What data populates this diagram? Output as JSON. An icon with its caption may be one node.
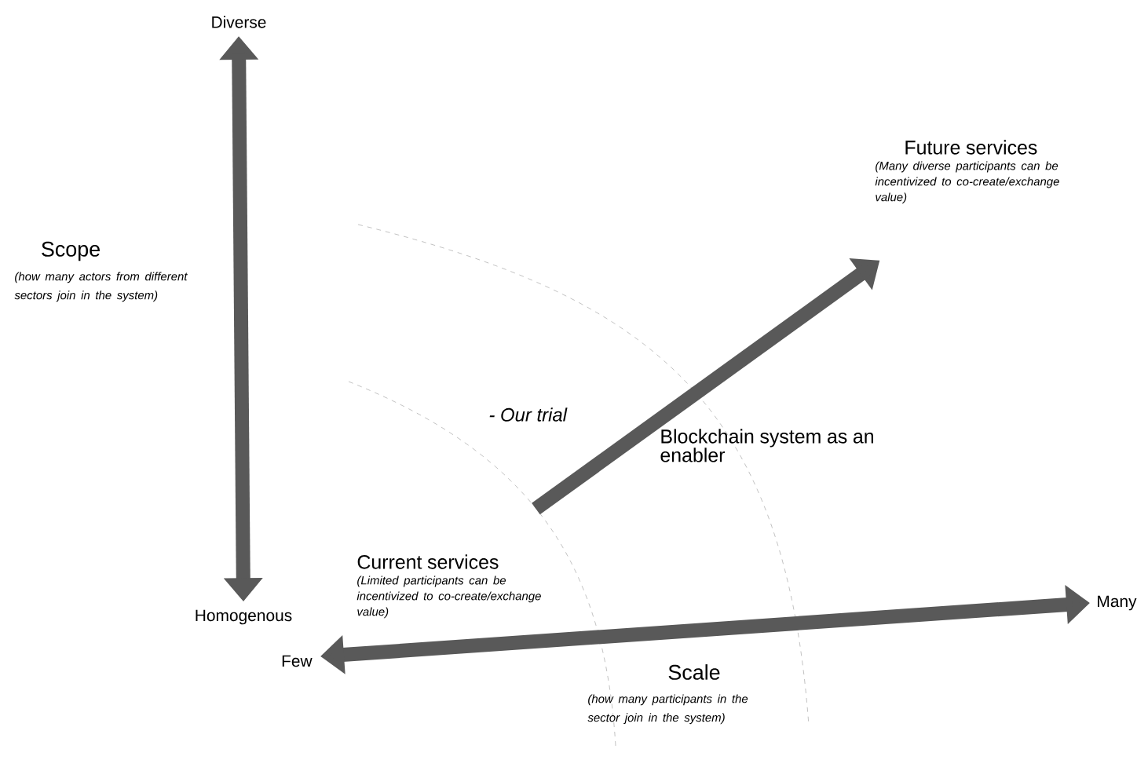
{
  "diagram": {
    "nodes": [
      {
        "text": [
          "Diverse"
        ]
      },
      {
        "text": [
          "Homogenous"
        ]
      },
      {
        "text": [
          "Few"
        ]
      },
      {
        "text": [
          "Many"
        ]
      },
      {
        "text": [
          "Current services",
          "(Limited participants can be incentivized to co-create/exchange value)"
        ]
      },
      {
        "text": [
          "Future services",
          "(Many diverse participants can be incentivized to co-create/exchange value)"
        ]
      }
    ],
    "edges": [
      {
        "from": 0,
        "to": 1,
        "arrow": "both"
      },
      {
        "from": 2,
        "to": 3,
        "arrow": "both"
      },
      {
        "from": 4,
        "to": 5,
        "arrow": "to"
      }
    ],
    "labels": [
      "Scope",
      "(how many actors from different sectors join in the system)",
      "- Our trial",
      "Blockchain system as an enabler",
      "Scale",
      "(how many participants in the sector join in the system)"
    ]
  }
}
